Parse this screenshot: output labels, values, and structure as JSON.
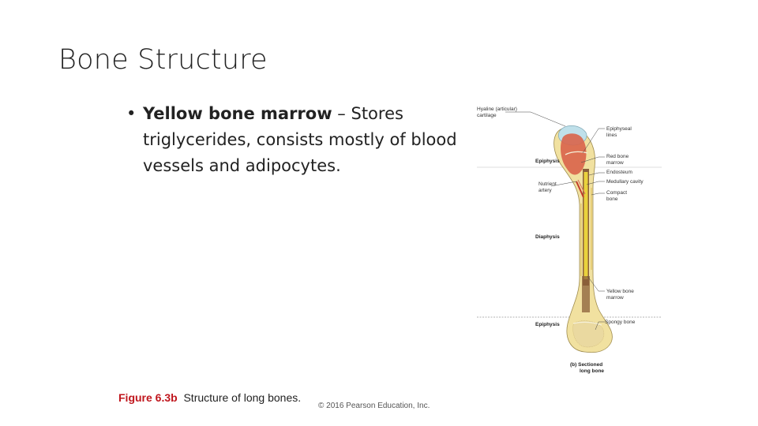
{
  "slide": {
    "title": "Bone Structure",
    "bullet": {
      "term": "Yellow bone marrow",
      "separator": " – ",
      "description": "Stores triglycerides, consists mostly of blood vessels and adipocytes."
    },
    "caption": {
      "label": "Figure 6.3b",
      "text": "Structure of long bones."
    },
    "copyright": "© 2016 Pearson Education, Inc."
  },
  "figure": {
    "labels": {
      "hyaline_1": "Hyaline (articular)",
      "hyaline_2": "cartilage",
      "epiphysis_top": "Epiphysis",
      "nutrient_1": "Nutrient",
      "nutrient_2": "artery",
      "diaphysis": "Diaphysis",
      "epiphysis_bottom": "Epiphysis",
      "epiphyseal_1": "Epiphyseal",
      "epiphyseal_2": "lines",
      "red_marrow_1": "Red bone",
      "red_marrow_2": "marrow",
      "endosteum": "Endosteum",
      "medullary": "Medullary cavity",
      "compact_1": "Compact",
      "compact_2": "bone",
      "yellow_1": "Yellow bone",
      "yellow_2": "marrow",
      "spongy": "Spongy bone",
      "panel_1": "(b) Sectioned",
      "panel_2": "long bone"
    }
  },
  "colors": {
    "caption_label": "#c0161d",
    "cartilage": "#bfe0ea",
    "red_marrow": "#d9644a",
    "bone": "#f1e1a0",
    "compact_bone": "#e8cf7a",
    "yellow_marrow": "#e9d23c",
    "medullary": "#8a5f3a",
    "artery": "#c23b2b"
  }
}
